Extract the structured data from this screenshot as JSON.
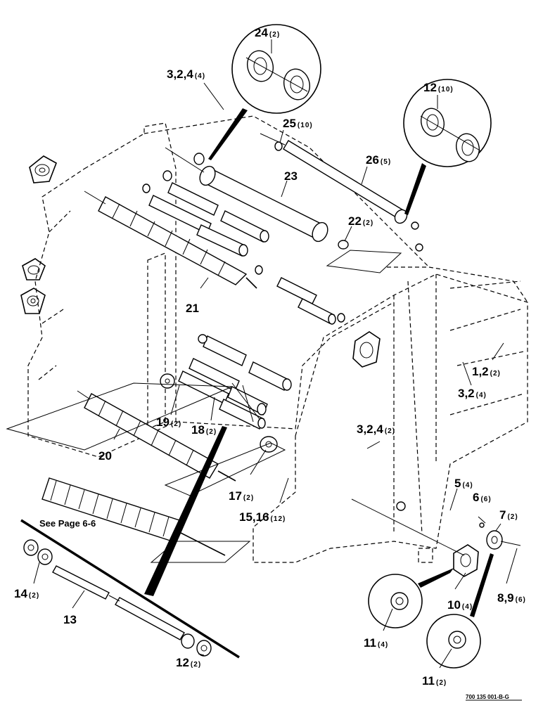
{
  "diagram": {
    "reference_code": "700 135 001-B-G",
    "note": "See Page 6-6",
    "callouts": [
      {
        "id": "c24",
        "number": "24",
        "qty": "(2)"
      },
      {
        "id": "c12top",
        "number": "12",
        "qty": "(10)"
      },
      {
        "id": "c3a",
        "number": "3,2,4",
        "qty": "(4)"
      },
      {
        "id": "c25",
        "number": "25",
        "qty": "(10)"
      },
      {
        "id": "c26",
        "number": "26",
        "qty": "(5)"
      },
      {
        "id": "c23",
        "number": "23",
        "qty": ""
      },
      {
        "id": "c22",
        "number": "22",
        "qty": "(2)"
      },
      {
        "id": "c21",
        "number": "21",
        "qty": ""
      },
      {
        "id": "c1",
        "number": "1,2",
        "qty": "(2)"
      },
      {
        "id": "c3b",
        "number": "3,2",
        "qty": "(4)"
      },
      {
        "id": "c19",
        "number": "19",
        "qty": "(2)"
      },
      {
        "id": "c18",
        "number": "18",
        "qty": "(2)"
      },
      {
        "id": "c3c",
        "number": "3,2,4",
        "qty": "(2)"
      },
      {
        "id": "c20",
        "number": "20",
        "qty": ""
      },
      {
        "id": "c17",
        "number": "17",
        "qty": "(2)"
      },
      {
        "id": "c15",
        "number": "15,16",
        "qty": "(12)"
      },
      {
        "id": "c5",
        "number": "5",
        "qty": "(4)"
      },
      {
        "id": "c6",
        "number": "6",
        "qty": "(6)"
      },
      {
        "id": "c7",
        "number": "7",
        "qty": "(2)"
      },
      {
        "id": "c14",
        "number": "14",
        "qty": "(2)"
      },
      {
        "id": "c13",
        "number": "13",
        "qty": ""
      },
      {
        "id": "c10",
        "number": "10",
        "qty": "(4)"
      },
      {
        "id": "c8",
        "number": "8,9",
        "qty": "(6)"
      },
      {
        "id": "c11a",
        "number": "11",
        "qty": "(4)"
      },
      {
        "id": "c12bot",
        "number": "12",
        "qty": "(2)"
      },
      {
        "id": "c11b",
        "number": "11",
        "qty": "(2)"
      }
    ]
  }
}
